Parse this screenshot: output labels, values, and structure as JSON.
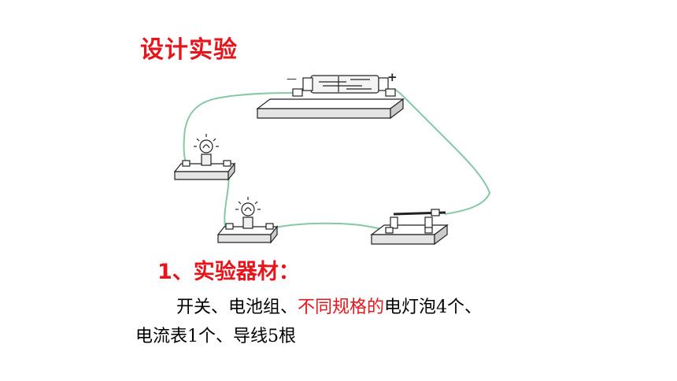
{
  "title": "设计实验",
  "diagram": {
    "battery_minus": "—",
    "battery_plus": "+",
    "colors": {
      "wire": "#86c8a4",
      "outline": "#222222",
      "board_top": "#ffffff",
      "board_side": "#dcdcdc"
    }
  },
  "section": {
    "heading": "1、实验器材："
  },
  "materials": {
    "line1_part1": "开关、电池组、",
    "line1_highlight": "不同规格的",
    "line1_part2": "电灯泡4个、",
    "line2": "电流表1个、导线5根"
  }
}
